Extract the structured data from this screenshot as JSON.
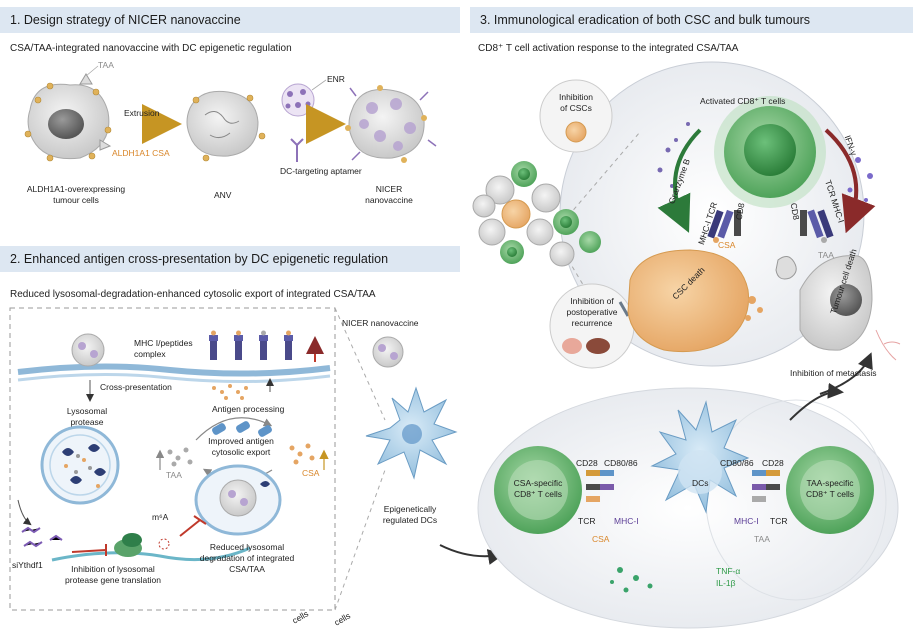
{
  "panel1": {
    "title": "1. Design strategy of NICER nanovaccine",
    "subtitle": "CSA/TAA-integrated nanovaccine with DC epigenetic regulation",
    "taa": "TAA",
    "extrusion": "Extrusion",
    "csa": "ALDH1A1 CSA",
    "enr": "ENR",
    "aptamer": "DC-targeting aptamer",
    "cell_line1": "ALDH1A1-overexpressing",
    "cell_line2": "tumour cells",
    "anv": "ANV",
    "nicer1": "NICER",
    "nicer2": "nanovaccine"
  },
  "panel2": {
    "title": "2. Enhanced antigen cross-presentation by DC epigenetic regulation",
    "subtitle": "Reduced lysosomal-degradation-enhanced cytosolic export of integrated CSA/TAA",
    "nicer_label": "NICER nanovaccine",
    "mhc1": "MHC I/peptides",
    "mhc2": "complex",
    "cross": "Cross-presentation",
    "lyso1": "Lysosomal",
    "lyso2": "protease",
    "antigen_proc": "Antigen processing",
    "improved1": "Improved antigen",
    "improved2": "cytosolic export",
    "taa": "TAA",
    "csa": "CSA",
    "m6a": "m⁶A",
    "si": "siYthdf1",
    "inhib1": "Inhibition of lysosomal",
    "inhib2": "protease gene translation",
    "reduced1": "Reduced lysosomal",
    "reduced2": "degradation of integrated",
    "reduced3": "CSA/TAA",
    "epi1": "Epigenetically",
    "epi2": "regulated DCs",
    "frag1": "cells",
    "frag2": "cells"
  },
  "panel3": {
    "title": "3. Immunological eradication of both CSC and bulk tumours",
    "subtitle": "CD8⁺ T cell activation response to the integrated CSA/TAA",
    "inh_csc1": "Inhibition",
    "inh_csc2": "of CSCs",
    "activated": "Activated CD8⁺ T cells",
    "granzyme": "Granzyme B",
    "ifn": "IFN-γ",
    "mhc_tcr": "MHC-I TCR",
    "cd8a": "CD8",
    "cd8b": "CD8",
    "tcr_mhc": "TCR MHC-I",
    "csa": "CSA",
    "taa": "TAA",
    "csc_death": "CSC death",
    "tumour_death": "Tumour cell death",
    "inh_post1": "Inhibition of",
    "inh_post2": "postoperative",
    "inh_post3": "recurrence",
    "metastasis": "Inhibition of metastasis"
  },
  "dc_panel": {
    "csa_spec1": "CSA-specific",
    "csa_spec2": "CD8⁺ T cells",
    "taa_spec1": "TAA-specific",
    "taa_spec2": "CD8⁺ T cells",
    "cd28a": "CD28",
    "cd80a": "CD80/86",
    "cd80b": "CD80/86",
    "cd28b": "CD28",
    "dcs": "DCs",
    "tcr_a": "TCR",
    "mhc_a": "MHC-I",
    "csa": "CSA",
    "mhc_b": "MHC-I",
    "tcr_b": "TCR",
    "taa": "TAA",
    "tnf": "TNF-α",
    "il": "IL-1β"
  }
}
